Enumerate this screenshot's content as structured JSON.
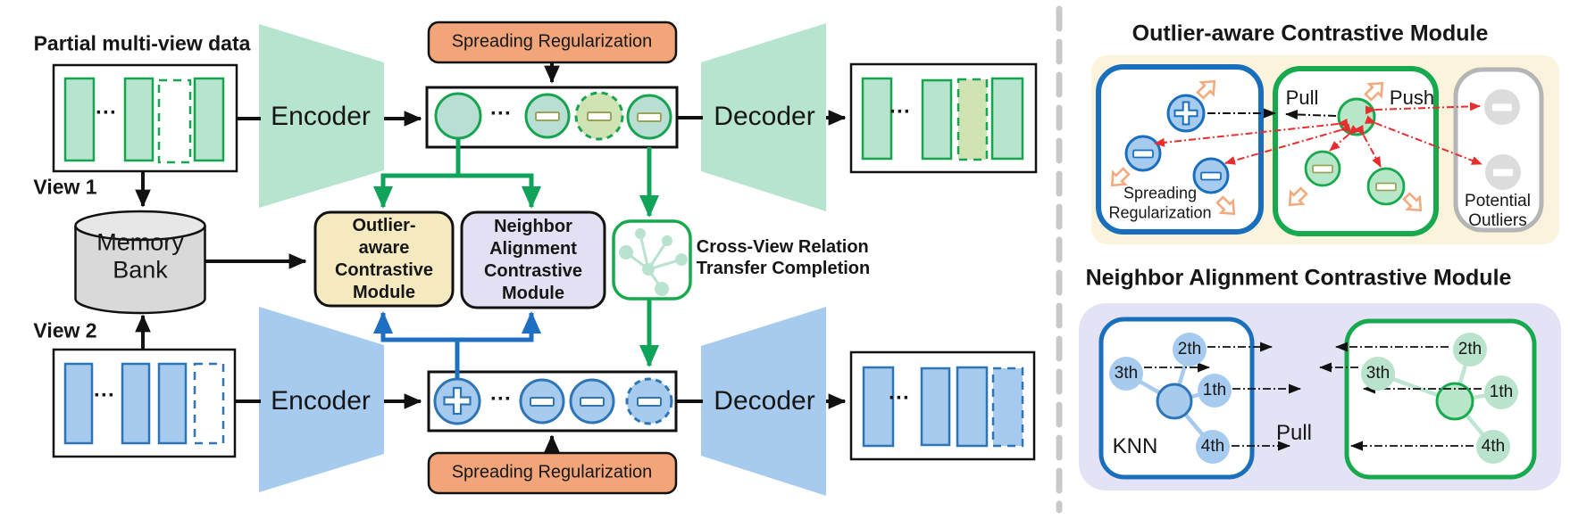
{
  "left": {
    "partial_label": "Partial multi-view data",
    "view1_label": "View 1",
    "view2_label": "View 2",
    "memory_bank": {
      "line1": "Memory",
      "line2": "Bank"
    },
    "encoder_label": "Encoder",
    "decoder_label": "Decoder",
    "spreading_label": "Spreading Regularization",
    "ellipsis": "···",
    "outlier_module": {
      "line1": "Outlier-",
      "line2": "aware",
      "line3": "Contrastive",
      "line4": "Module"
    },
    "neighbor_module": {
      "line1": "Neighbor",
      "line2": "Alignment",
      "line3": "Contrastive",
      "line4": "Module"
    },
    "crossview": {
      "line1": "Cross-View Relation",
      "line2": "Transfer Completion"
    }
  },
  "right": {
    "outlier_panel": {
      "title": "Outlier-aware Contrastive Module",
      "pull_label": "Pull",
      "push_label": "Push",
      "spreading": {
        "line1": "Spreading",
        "line2": "Regularization"
      },
      "outliers": {
        "line1": "Potential",
        "line2": "Outliers"
      }
    },
    "neighbor_panel": {
      "title": "Neighbor Alignment Contrastive Module",
      "knn_label": "KNN",
      "pull_label": "Pull",
      "blue_nodes": [
        "2th",
        "3th",
        "1th",
        "4th"
      ],
      "green_nodes": [
        "2th",
        "3th",
        "1th",
        "4th"
      ]
    }
  },
  "icons": {
    "crossview_icon": "relation-graph-icon",
    "memory_icon": "database-cylinder-icon",
    "spread_icons": "hollow-arrow-icons"
  },
  "colors": {
    "green_fill": "#b7e4cf",
    "green_stroke": "#17a44f",
    "green_arrow": "#10a35a",
    "teal_circle": "#b9dfd4",
    "olive_fill": "#cfe3b4",
    "blue_fill": "#a6cbef",
    "blue_stroke": "#2e75b6",
    "blue_arrow": "#1e6fc0",
    "orange_box": "#f2a578",
    "yellow_box": "#f5e9c0",
    "purple_box": "#e2e0f2",
    "cream_panel": "#fbf3dc",
    "lavender_panel": "#e4e2f5",
    "gray_fill": "#d9d9d9",
    "red_arrow": "#e62e2e",
    "orange_arrow_outline": "#f2ab7e"
  }
}
